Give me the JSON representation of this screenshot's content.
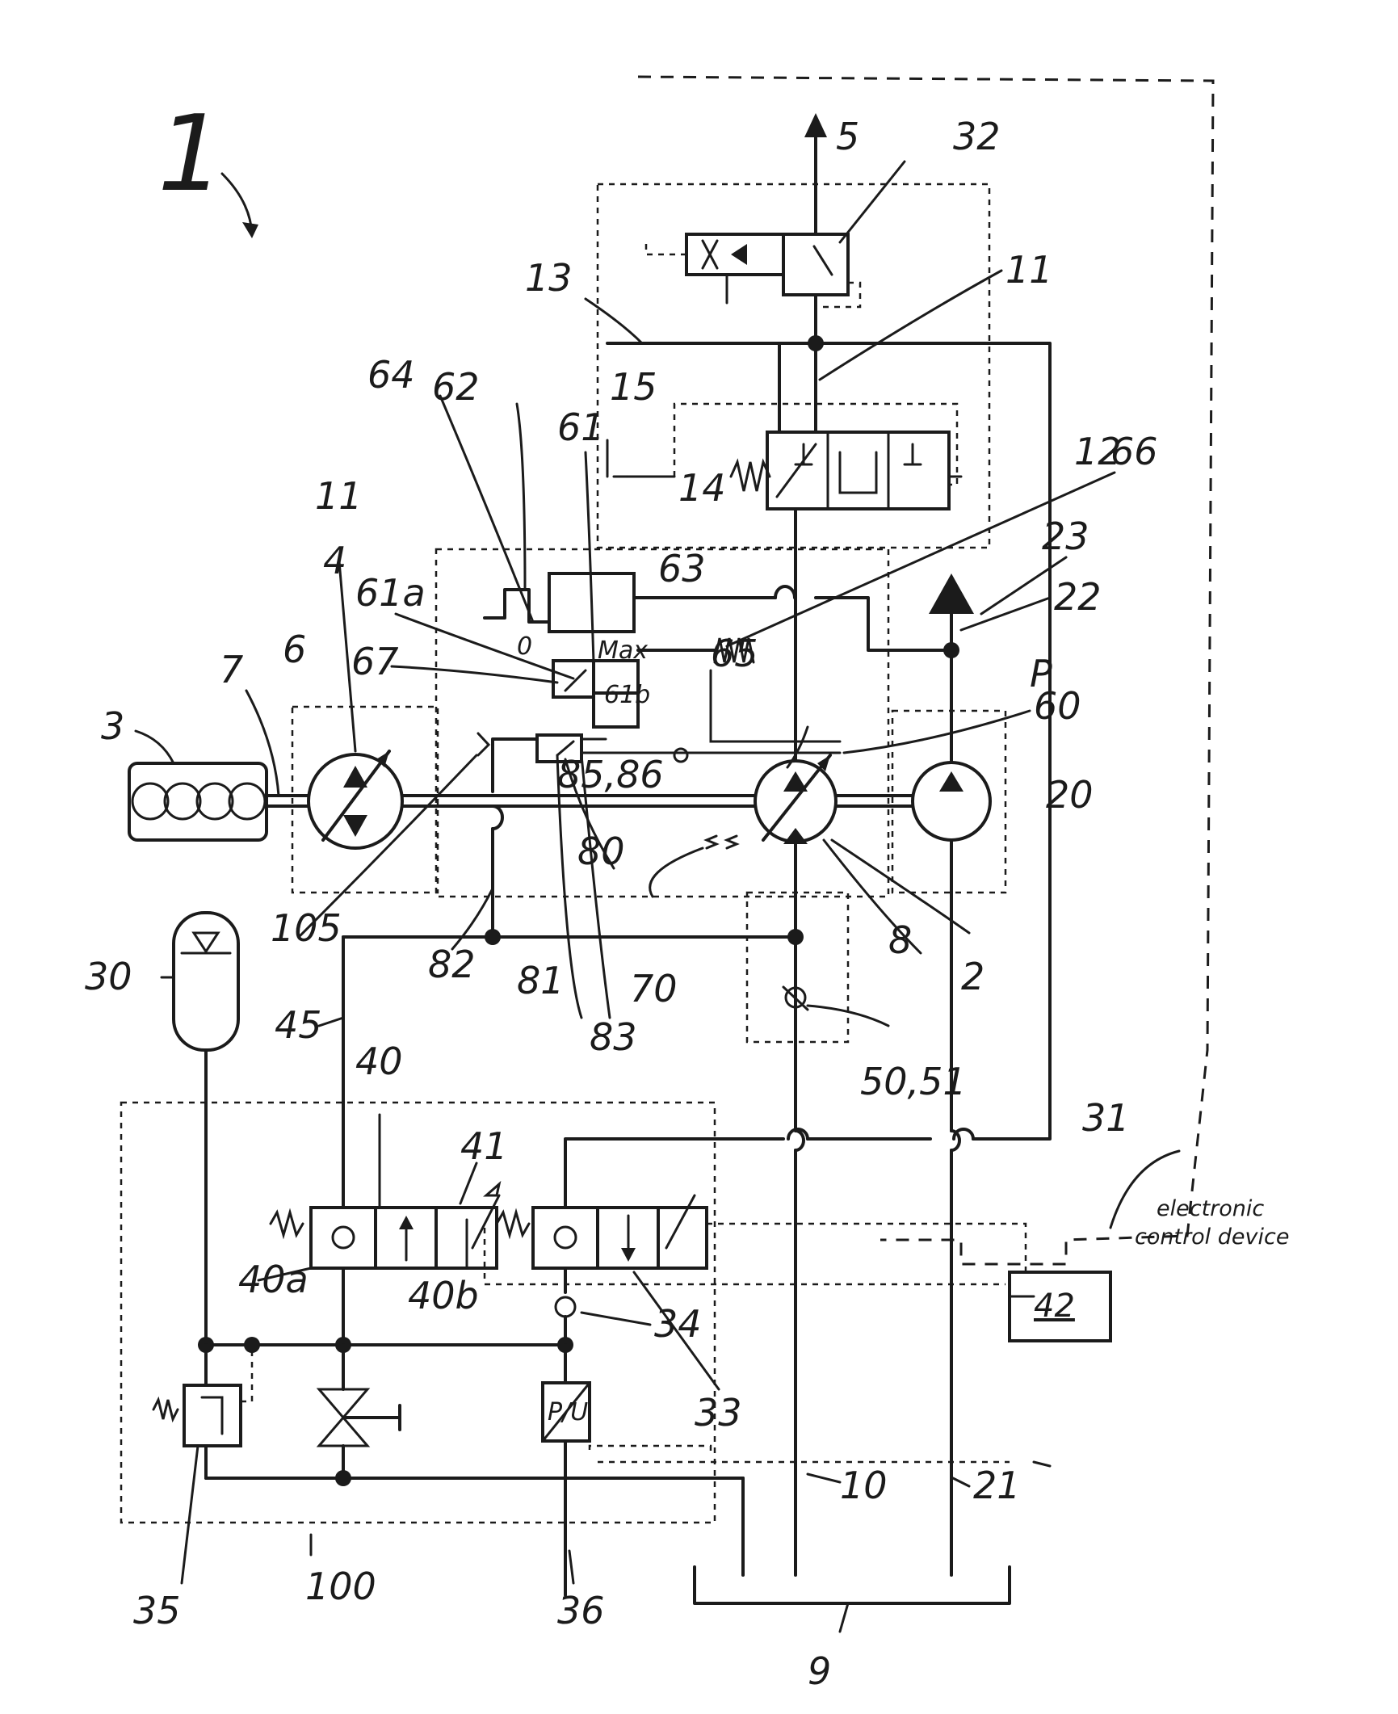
{
  "labels": {
    "system": "1",
    "engine": "3",
    "pump_motor": "4",
    "consumer": "5",
    "secondary_unit": "6",
    "shaft": "7",
    "swash": "8",
    "tank": "9",
    "line_10": "10",
    "line_11": "11",
    "valve_12": "12",
    "line_13": "13",
    "spring_14": "14",
    "line_15": "15",
    "pump_2": "2",
    "pump_20": "20",
    "line_21": "21",
    "line_22": "22",
    "arrow_23": "23",
    "accumulator": "30",
    "line_31": "31",
    "valve_32": "32",
    "valve_33": "33",
    "check_34": "34",
    "relief_35": "35",
    "sensor_36": "36",
    "valve_40": "40",
    "valve_40a": "40a",
    "valve_40b": "40b",
    "valve_41": "41",
    "control_42": "42",
    "line_45": "45",
    "check_50": "50,51",
    "pilot_60": "60",
    "valve_61": "61",
    "valve_61a": "61a",
    "valve_61b": "61b",
    "block_62": "62",
    "line_63": "63",
    "tank_64": "64",
    "line_65": "65",
    "spring_66": "66",
    "part_67": "67",
    "part_70": "70",
    "valve_80": "80",
    "part_81": "81",
    "line_82": "82",
    "part_83": "83",
    "part_85": "85,86",
    "module_100": "100",
    "part_105": "105",
    "p_label": "P",
    "max_label": "Max",
    "zero_label": "0",
    "sensor_text": "P/U"
  },
  "annotation": {
    "line1": "electronic",
    "line2": "control device"
  }
}
